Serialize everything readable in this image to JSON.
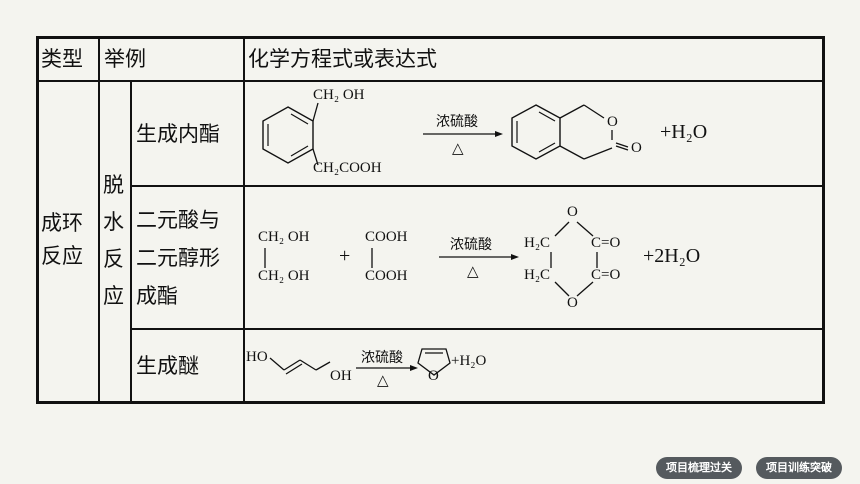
{
  "table": {
    "headers": {
      "type": "类型",
      "example": "举例",
      "equation": "化学方程式或表达式"
    },
    "category": {
      "line1": "成环",
      "line2": "反应"
    },
    "subcategory": [
      "脱",
      "水",
      "反",
      "应"
    ],
    "rows": [
      {
        "name": "生成内酯",
        "reactant_top": "CH₂ OH",
        "reactant_bottom": "CH₂COOH",
        "condition": "浓硫酸",
        "heat": "△",
        "ring_o": "O",
        "carbonyl_o": "O",
        "product_extra": "+H₂O"
      },
      {
        "name_lines": [
          "二元酸与",
          "二元醇形",
          "成酯"
        ],
        "diol_top": "CH₂ OH",
        "diol_bottom": "CH₂ OH",
        "plus": "+",
        "acid_top": "COOH",
        "acid_bottom": "COOH",
        "condition": "浓硫酸",
        "heat": "△",
        "ring_top_o": "O",
        "ring_bottom_o": "O",
        "ch2_top": "H₂C",
        "ch2_bottom": "H₂C",
        "c_top": "C=O",
        "c_bottom": "C=O",
        "product_extra": "+2H₂O"
      },
      {
        "name": "生成醚",
        "reactant_left": "HO",
        "reactant_right": "OH",
        "condition": "浓硫酸",
        "heat": "△",
        "ring_o": "O",
        "product_extra": "+H₂O"
      }
    ]
  },
  "footer": {
    "btn1": "项目梳理过关",
    "btn2": "项目训练突破"
  }
}
